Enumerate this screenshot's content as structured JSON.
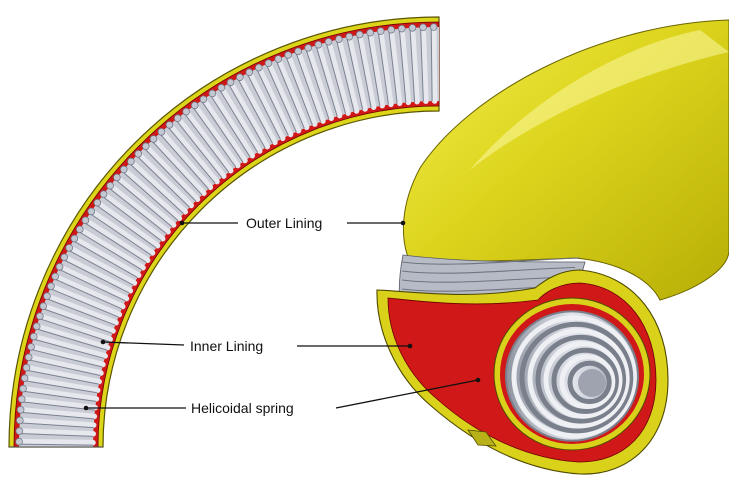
{
  "labels": {
    "outer_lining": "Outer Lining",
    "inner_lining": "Inner Lining",
    "helicoidal_spring": "Helicoidal spring"
  },
  "colors": {
    "outer_lining": "#dcd51a",
    "inner_lining": "#d01818",
    "spring": "#b4b8c4",
    "outline": "#222222"
  }
}
